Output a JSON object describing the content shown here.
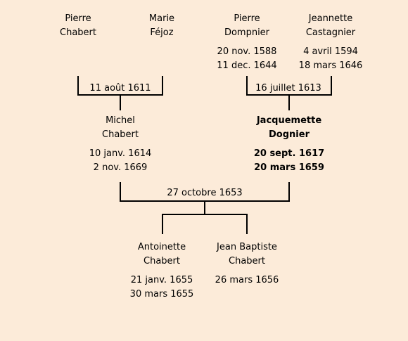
{
  "colors": {
    "background": "#fcebd9",
    "line": "#000000",
    "text": "#000000"
  },
  "people": {
    "pierre_chabert": {
      "first": "Pierre",
      "last": "Chabert",
      "birth": "",
      "death": ""
    },
    "marie_fejoz": {
      "first": "Marie",
      "last": "Féjoz",
      "birth": "",
      "death": ""
    },
    "pierre_dompnier": {
      "first": "Pierre",
      "last": "Dompnier",
      "birth": "20 nov. 1588",
      "death": "11 dec. 1644"
    },
    "jeannette_castagnier": {
      "first": "Jeannette",
      "last": "Castagnier",
      "birth": "4 avril 1594",
      "death": "18 mars 1646"
    },
    "michel_chabert": {
      "first": "Michel",
      "last": "Chabert",
      "birth": "10 janv. 1614",
      "death": "2 nov. 1669"
    },
    "jacquemette_dognier": {
      "first": "Jacquemette",
      "last": "Dognier",
      "birth": "20 sept. 1617",
      "death": "20 mars 1659"
    },
    "antoinette_chabert": {
      "first": "Antoinette",
      "last": "Chabert",
      "birth": "21 janv. 1655",
      "death": "30 mars 1655"
    },
    "jean_baptiste_chabert": {
      "first": "Jean Baptiste",
      "last": "Chabert",
      "birth": "26 mars 1656",
      "death": ""
    }
  },
  "marriages": {
    "chabert_fejoz": "11 août 1611",
    "dompnier_castagnier": "16 juillet 1613",
    "chabert_dognier": "27 octobre 1653"
  }
}
